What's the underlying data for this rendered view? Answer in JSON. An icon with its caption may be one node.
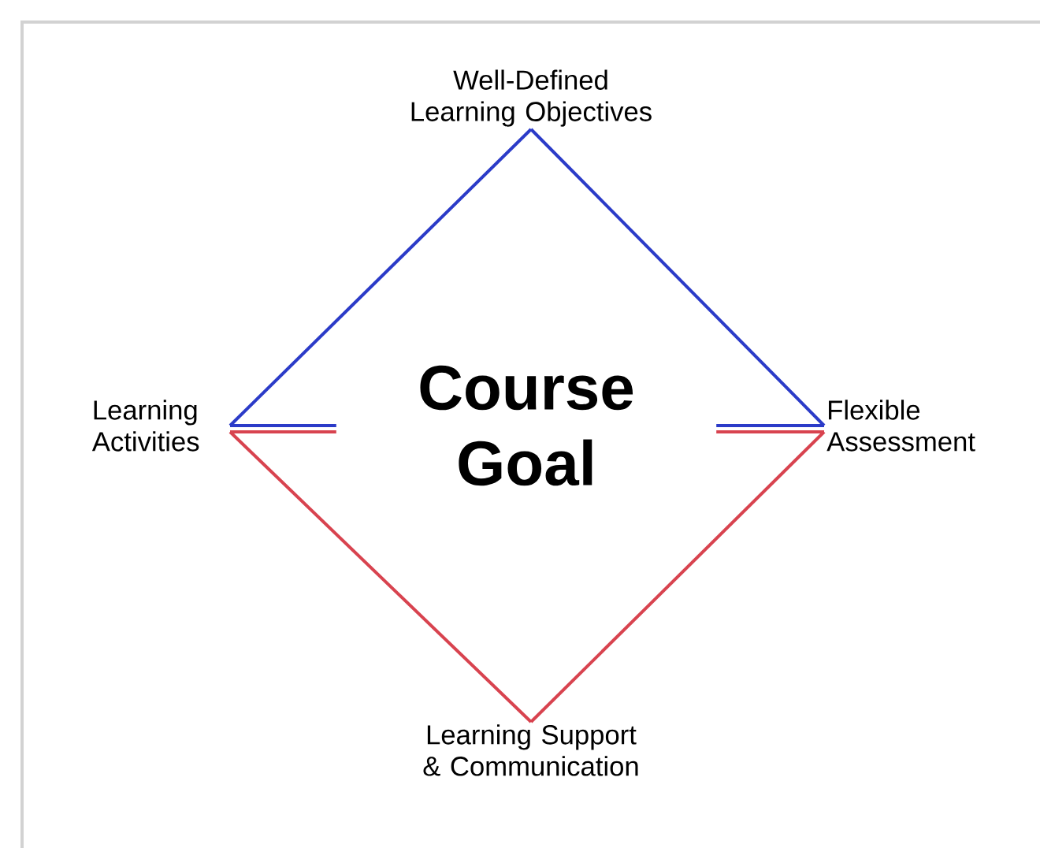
{
  "diagram": {
    "nodes": [
      {
        "text": [
          "Well-Defined Learning Objectives"
        ]
      },
      {
        "text": [
          "Learning Activities"
        ]
      },
      {
        "text": [
          "Course Goal"
        ]
      },
      {
        "text": [
          "Flexible Assessment"
        ]
      },
      {
        "text": [
          "Learning Support & Communication"
        ]
      }
    ],
    "edges": [
      {
        "from": 0,
        "to": 1,
        "arrow": "none",
        "color": "#2b3bc8"
      },
      {
        "from": 0,
        "to": 3,
        "arrow": "none",
        "color": "#2b3bc8"
      },
      {
        "from": 1,
        "to": 4,
        "arrow": "none",
        "color": "#d8434f"
      },
      {
        "from": 3,
        "to": 4,
        "arrow": "none",
        "color": "#d8434f"
      },
      {
        "from": 1,
        "to": 2,
        "arrow": "none",
        "color": "#2b3bc8"
      },
      {
        "from": 1,
        "to": 2,
        "arrow": "none",
        "color": "#d8434f"
      },
      {
        "from": 2,
        "to": 3,
        "arrow": "none",
        "color": "#2b3bc8"
      },
      {
        "from": 2,
        "to": 3,
        "arrow": "none",
        "color": "#d8434f"
      }
    ]
  }
}
